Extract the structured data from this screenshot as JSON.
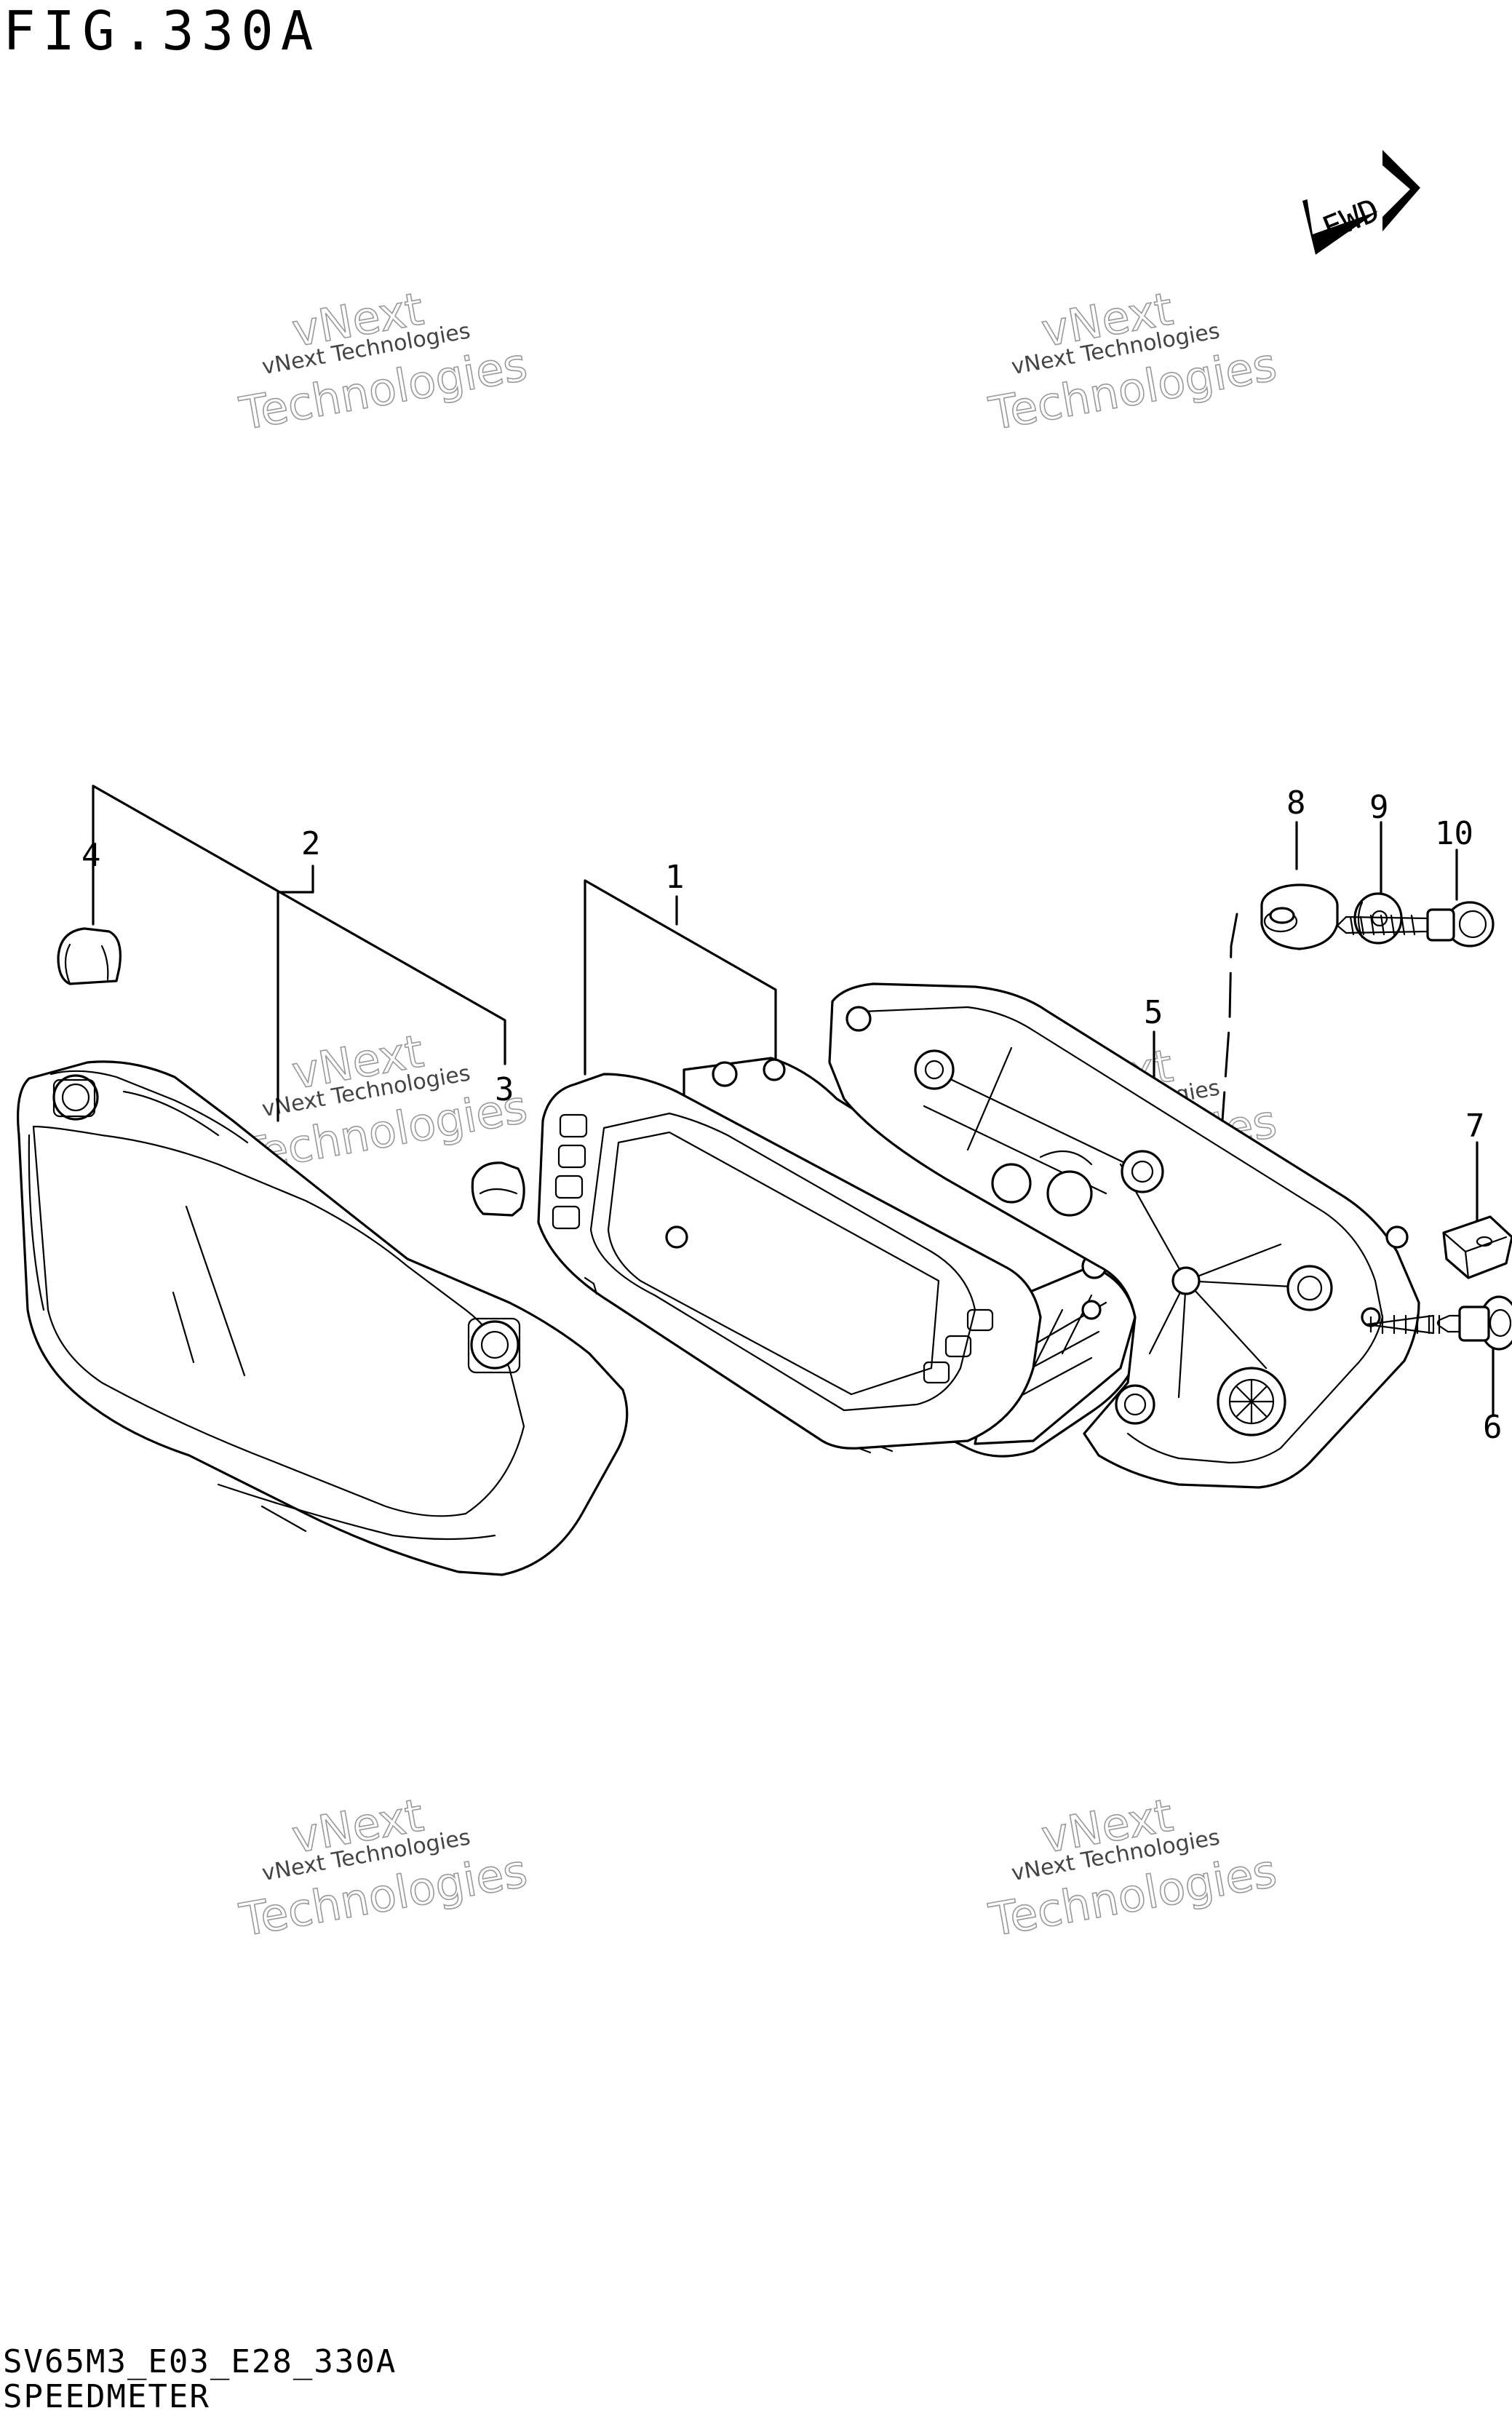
{
  "figure": {
    "title": "FIG.330A",
    "code": "SV65M3_E03_E28_330A",
    "name": "SPEEDMETER",
    "direction_label": "FWD"
  },
  "watermark": {
    "line1": "vNext Technologies",
    "line2": "vNext",
    "line3": "Technologies"
  },
  "callouts": [
    {
      "id": "c1",
      "label": "1"
    },
    {
      "id": "c2",
      "label": "2"
    },
    {
      "id": "c3",
      "label": "3"
    },
    {
      "id": "c4",
      "label": "4"
    },
    {
      "id": "c5",
      "label": "5"
    },
    {
      "id": "c6",
      "label": "6"
    },
    {
      "id": "c7",
      "label": "7"
    },
    {
      "id": "c8",
      "label": "8"
    },
    {
      "id": "c9",
      "label": "9"
    },
    {
      "id": "c10",
      "label": "10"
    }
  ]
}
